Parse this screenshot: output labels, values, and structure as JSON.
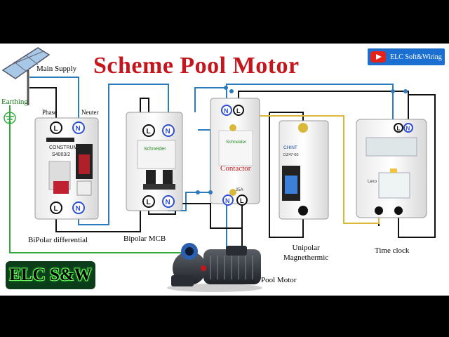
{
  "header": {
    "title": "Scheme Pool Motor",
    "channel_badge": "ELC Soft&Wiring",
    "logo": "ELC S&W"
  },
  "labels": {
    "main_supply": "Main Supply",
    "earthing": "Earthing",
    "phase": "Phase",
    "neuter": "Neuter",
    "bipolar_differential": "BiPolar differential",
    "bipolar_mcb": "Bipolar MCB",
    "contactor": "Contactor",
    "unipolar_magnethermic": "Unipolar\nMagnethermic",
    "time_clock": "Time clock",
    "pool_motor": "Pool Motor"
  },
  "terminals": {
    "line": "L",
    "neutral": "N"
  },
  "device_markings": {
    "rcd_brand": "CONSTRUM",
    "rcd_model": "S4003/2",
    "mcb_brand": "Schneider",
    "contactor_brand": "Schneider",
    "contactor_rating": "25A",
    "unipolar_brand": "CHINT",
    "unipolar_model": "DZ47-60",
    "timer_brand": "Lexo"
  },
  "colors": {
    "title_red": "#c4161c",
    "phase_wire_blue": "#2b7bbd",
    "neutral_wire_black": "#111111",
    "control_wire_yellow": "#d9b83a",
    "earth_wire_green": "#2faa3a",
    "terminal_blue": "#2f4fcf",
    "youtube_badge": "#1b6fd1"
  },
  "icons": {
    "solar_panel": "solar-panel-icon",
    "earth": "earth-ground-icon",
    "youtube": "youtube-icon",
    "pump": "pool-pump-icon"
  }
}
